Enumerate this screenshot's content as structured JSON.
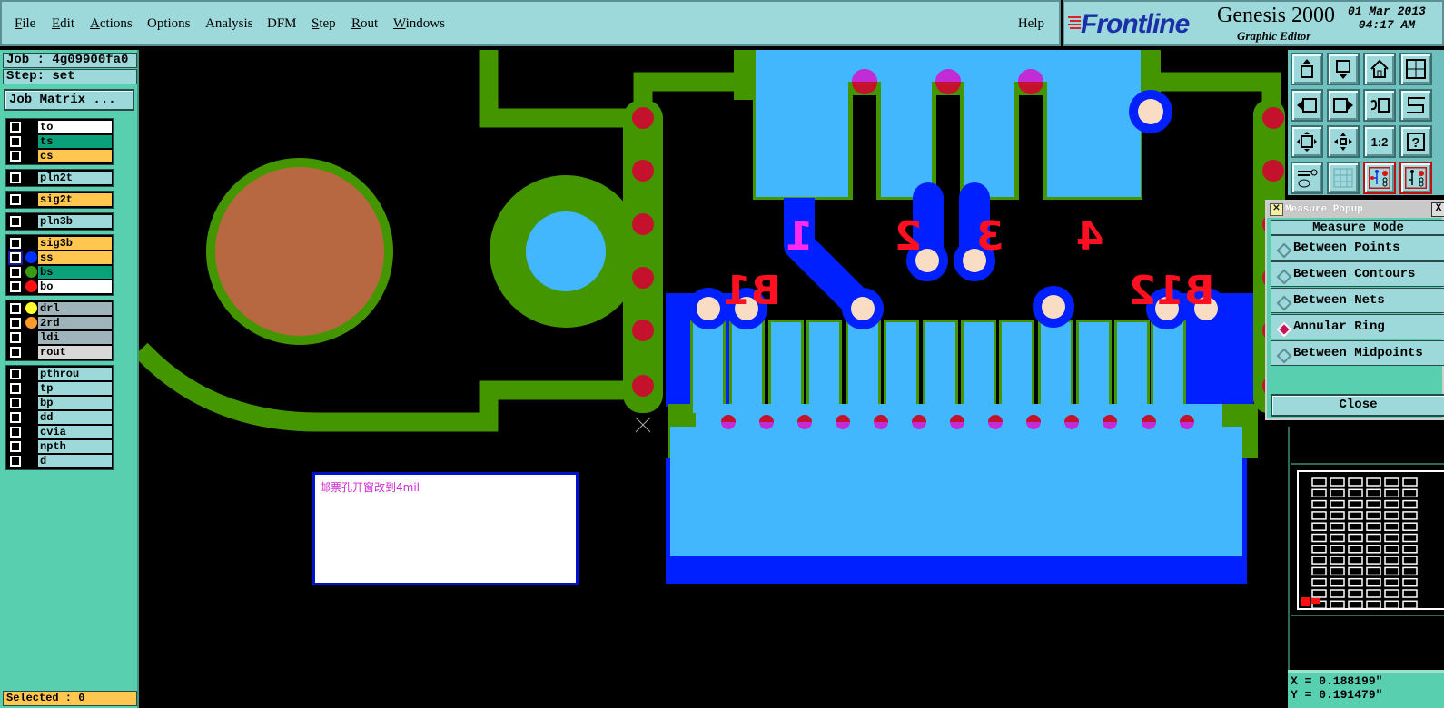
{
  "app": {
    "brand": "Frontline",
    "product": "Genesis 2000",
    "subtitle": "Graphic Editor",
    "date": "01 Mar 2013",
    "time": "04:17 AM"
  },
  "menu": {
    "items": [
      {
        "label": "File",
        "mnemonic": "F",
        "rest": "ile"
      },
      {
        "label": "Edit",
        "mnemonic": "E",
        "rest": "dit"
      },
      {
        "label": "Actions",
        "mnemonic": "A",
        "rest": "ctions"
      },
      {
        "label": "Options",
        "mnemonic": "",
        "rest": "Options"
      },
      {
        "label": "Analysis",
        "mnemonic": "",
        "rest": "Analysis"
      },
      {
        "label": "DFM",
        "mnemonic": "",
        "rest": "DFM"
      },
      {
        "label": "Step",
        "mnemonic": "S",
        "rest": "tep"
      },
      {
        "label": "Rout",
        "mnemonic": "R",
        "rest": "out"
      },
      {
        "label": "Windows",
        "mnemonic": "W",
        "rest": "indows"
      }
    ],
    "help": "Help"
  },
  "job": {
    "job_label": "Job : 4g09900fa0",
    "step_label": "Step: set",
    "matrix_button": "Job Matrix ..."
  },
  "layers": {
    "groups": [
      [
        {
          "name": "to",
          "bg": "#ffffff",
          "dot": null
        },
        {
          "name": "ts",
          "bg": "#0aa07a",
          "dot": null
        },
        {
          "name": "cs",
          "bg": "#ffc74f",
          "dot": null
        }
      ],
      [
        {
          "name": "pln2t",
          "bg": "#9dd9db",
          "dot": null
        }
      ],
      [
        {
          "name": "sig2t",
          "bg": "#ffc74f",
          "dot": null
        }
      ],
      [
        {
          "name": "pln3b",
          "bg": "#9dd9db",
          "dot": null
        }
      ],
      [
        {
          "name": "sig3b",
          "bg": "#ffc74f",
          "dot": null
        },
        {
          "name": "ss",
          "bg": "#ffc74f",
          "dot": "#0030ff",
          "active": true
        },
        {
          "name": "bs",
          "bg": "#0aa07a",
          "dot": "#3a9a10"
        },
        {
          "name": "bo",
          "bg": "#ffffff",
          "dot": "#ff1010"
        }
      ],
      [
        {
          "name": "drl",
          "bg": "#9fb3bb",
          "dot": "#ffff30"
        },
        {
          "name": "2rd",
          "bg": "#9fb3bb",
          "dot": "#ff9a2a"
        },
        {
          "name": "ldi",
          "bg": "#9fb3bb",
          "dot": null
        },
        {
          "name": "rout",
          "bg": "#d8d8d8",
          "dot": null
        }
      ],
      [
        {
          "name": "pthrou",
          "bg": "#9dd9db",
          "dot": null
        },
        {
          "name": "tp",
          "bg": "#9dd9db",
          "dot": null
        },
        {
          "name": "bp",
          "bg": "#9dd9db",
          "dot": null
        },
        {
          "name": "dd",
          "bg": "#9dd9db",
          "dot": null
        },
        {
          "name": "cvia",
          "bg": "#9dd9db",
          "dot": null
        },
        {
          "name": "npth",
          "bg": "#9dd9db",
          "dot": null
        },
        {
          "name": "d",
          "bg": "#9dd9db",
          "dot": null
        }
      ]
    ]
  },
  "status": {
    "selected": "Selected : 0"
  },
  "toolbar": {
    "buttons": [
      {
        "name": "pan-up"
      },
      {
        "name": "pan-down"
      },
      {
        "name": "home"
      },
      {
        "name": "zoom-xy"
      },
      {
        "name": "pan-left"
      },
      {
        "name": "pan-right"
      },
      {
        "name": "undo-zoom"
      },
      {
        "name": "snap"
      },
      {
        "name": "zoom-out"
      },
      {
        "name": "zoom-fit"
      },
      {
        "name": "one-to-one"
      },
      {
        "name": "help-query"
      },
      {
        "name": "tools-palette"
      },
      {
        "name": "grid"
      },
      {
        "name": "netlist-a"
      },
      {
        "name": "netlist-b"
      }
    ],
    "one_to_one_label": "1:2",
    "query_label": "?"
  },
  "measure_popup": {
    "title": "Measure Popup",
    "header": "Measure Mode",
    "options": [
      {
        "label": "Between Points",
        "selected": false
      },
      {
        "label": "Between Contours",
        "selected": false
      },
      {
        "label": "Between Nets",
        "selected": false
      },
      {
        "label": "Annular Ring",
        "selected": true
      },
      {
        "label": "Between Midpoints",
        "selected": false
      }
    ],
    "close": "Close"
  },
  "coords": {
    "x": "X = 0.188199\"",
    "y": "Y = 0.191479\""
  },
  "note": {
    "text": "邮票孔开窗改到4mil"
  },
  "board": {
    "labels": [
      "1",
      "2",
      "3",
      "4",
      "B1",
      "B12"
    ],
    "colors": {
      "soldermask_green": "#449600",
      "pad_lightblue": "#43b7fd",
      "copper_blue": "#0020ff",
      "drill_red": "#c4122c",
      "hole_peach": "#f9dcc4",
      "via_magenta": "#c22cd6",
      "silk_red": "#ff1020",
      "copper_brown": "#b86840"
    }
  },
  "overview": {
    "rows": 12,
    "cols": 6
  }
}
